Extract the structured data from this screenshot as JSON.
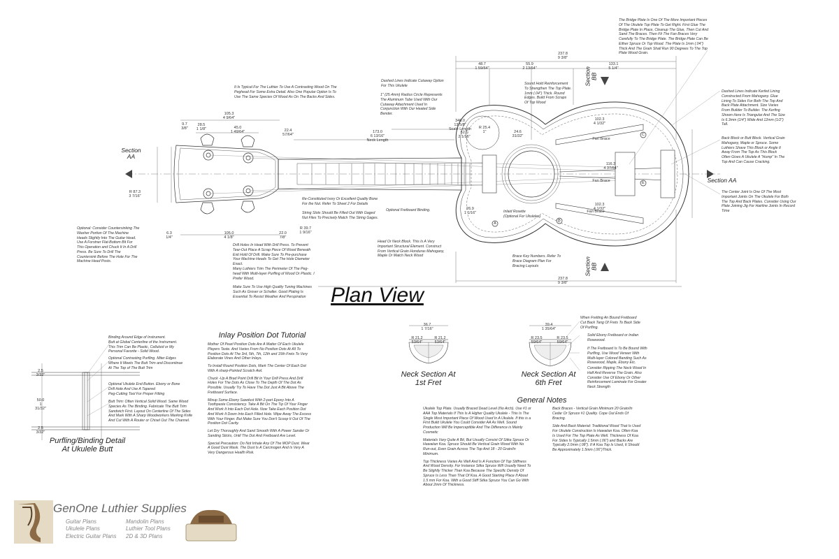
{
  "titles": {
    "plan_view": "Plan View",
    "inlay_tutorial": "Inlay Position Dot Tutorial",
    "general_notes": "General Notes",
    "neck_section_1": "Neck Section At\n1st Fret",
    "neck_section_6": "Neck Section At\n6th Fret",
    "purfling_detail": "Purfling/Binding Detail\nAt Ukulele Butt"
  },
  "section_labels": {
    "aa_left": "Section\nAA",
    "aa_right": "Section AA",
    "bb_top": "Section\nBB",
    "bb_bottom": "Section\nBB"
  },
  "notes": {
    "bridge_plate": "The Bridge Plate Is One Of The More Important Pieces\nOf The Ukulele Top Plate To Get Right. First Glue The\nBridge Plate In Place, Cleanup The Glue, Then Cut And\nSand The Braces. Then Fit The Fan Braces Very\nCarefully To The Bridge Plate. The Bridge Plate Can Be\nEither Spruce Or Top Wood. The Plate Is 1mm (.04\")\nThick And The Grain Shall Run 90 Degrees To The Top\nPlate Wood Grain.",
    "contrasting_wood": "It Is Typical For The Luthier To Use A Contrasting Wood On The\nPeghead For Some Extra Detail. Also One Popular Option Is To\nUse The Same Species Of Wood As On The Backs And Sides.",
    "cutaway": "Dashed Lines Indicate Cutaway Option\nFor This Ukulele",
    "radius_circle": "1\" (25.4mm) Radius Circle Represents\nThe Aluminum Tube Used With Our\nCutaway Attachment Used In\nConjunction With Our Heated Side\nBender.",
    "sound_hold": "Sound Hold Reinforcement\nTo Strengthen The Top Plate.\n1mm (.04\") Thick. Round\nEdges. Build From Scraps\nOf Top Wood",
    "kerfed_lining": "Dashed Lines Indicate Kerfed Lining\nConstructed From Mahogany. Glue\nLining To Sides For Both The Top And\nBack Plate Attachment. Size Varies\nFrom Builder To Builder. The Kerfing\nShown Here Is Triangular And The Size\nIs 6.3mm (1/4\") Wide And 12mm (1/2\")\nTall.",
    "back_block": "Back Block or Butt Block. Vertical Grain\nMahogany, Maple or Spruce. Some\nLuthiers Shave This Block or Angle It\nAway From The Top As This Block\nOften Gives A Ukulele A \"Hump\" In The\nTop And Can Cause Cracking.",
    "center_joint": "The Center Joint Is One Of The Most\nImportant Joints On The Ukulele For Both\nThe Top And Back Plates. Consider Using Our\nPlate Joining Jig For Hairline Joints In Record\nTime",
    "countersinking": "Optional: Consider Countersinking The\nWasher Portion Of The Machine\nHeads Slightly Into The Guitar Head.\nUse A Forstner Flat-Bottom Bit For\nThis Operation and Chuck It In A Drill\nPress. Be Sure To Drill The\nCountersink Before The Hole For The\nMachine Head Posts.",
    "drill_holes": "Drill Holes In Head With Drill Press. To Prevent\nTear-Out Place A Scrap Piece Of Wood Beneath\nExit Hold Of Drill. Make Sure To Pre-purchase\nYour Machine Heads To Get The Hole Diameter\nExact.",
    "peghead_trim": "Many Luthiers Trim The Perimeter Of The Peg-\nhead With Multi-layer Purfling of Wood Or Plastic. I\nPrefer Wood.",
    "tuning_machines": "Make Sure To Use High Quality Tuning Machines\nSuch As Grover or Schaller. Good Plating Is\nEssential To Resist Weather And Perspiration",
    "nut": "Re-Constituted Ivory Or Excellent Quality Bone\nFor the Nut. Refer To Sheet 2 For Details",
    "string_slots": "String Slots Should Be Filled Out With Gaged\nNut Files To Precisely Match The String Gages.",
    "fretboard_binding": "Optional Fretboard Binding.",
    "inlaid_rosette": "Inlaid Rosette\n(Optional For Ukuleles)",
    "head_block": "Head Or Neck Block. This Is A Very\nImportant Structural Element. Construct\nFrom Vertical Grain Honduras Mahogany,\nMaple Or Match Neck Wood",
    "brace_key": "Brace Key Numbers. Refer To\nBrace Diagram Plan For\nBracing Layouts",
    "binding_edge": "Binding Around Edge of Instrument.\nButt at Global Centerline of the Instrument.\nThis Trim Can Be Plastic, Celluloid or My\nPersonal Favorite - Solid Wood.",
    "purfling_miter": "Optional Contrasting Purfling. Miter Edges\nWhere It Meets The Butt Trim and Discontinue\nAt The Top of The Butt Trim",
    "end_button": "Optional Ukulele End Button. Ebony or Bone\nDrill Hole And Use A Tapered\nPeg-Cutting Tool For Proper Fitting",
    "butt_trim": "Butt Trim: Often Vertical Solid Wood. Same Wood\nSpecies As The Binding. Fabricate The Butt Trim\nSandwich First. Layout On Centerline Of The Sides\nAnd Mark With A Sharp Woodworkers Marking Knife\nAnd Cut With A Router or Chisel Out The Channel.",
    "fret_bound": "When Fretting An Bound Fretboard\nCut Back Tang Of Frets To Back Side\nOf Purfling.",
    "solid_ebony": "Solid Ebony Fretboard or Indian\nRosewood.",
    "veneer": "If The Fretboard Is To Be Bound With\nPurfling, Use Wood Veneer With\nMulti-layer Colored Banding Such As\nRosewood, Maple, Ebony Etc.",
    "ripping_neck": "Consider Ripping The Neck Wood In\nHalf And Reverse The Grain. Also\nConsider Use Of Ebony Or Other\nReinforcement Laminate For Greater\nNeck Strength"
  },
  "inlay_paragraphs": [
    "Mother Of Pearl Position Dots Are A Matter Of Each Ukulele\nPlayers Taste. And Varies From No Position Dots At All To\nPosition Dots At The 3rd, 5th, 7th, 12th and 15th Frets To Very\nElaborate Vines And Other Inlays.",
    "To Install Round Position Dots, Mark The Center Of Each Dot\nWith A sharp-Pointed Scratch Awl.",
    "Chuck -Up A Brad Point Drill Bit In Your Drill Press And Drill\nHoles For The Dots As Close To The Depth Of The Dot As\nPossible. Usually Try To Have The Dot Just A Bit Above The\nFretboard Surface.",
    "Mixup Some Ebony Sawdust With 2-part Epoxy Into A\nToothpaste Consistency. Take A Bit On The Tip Of Your Finger\nAnd Work It Into Each Dot Hole. Now Take Each Position Dot\nAnd Work It Down Into Each Filled Hole. Wipe Away The Excess\nWith Your Finger. But Make Sure You Don't Scoop It Out Of The\nPosition Dot Cavity.",
    "Let Dry Thoroughly And Sand Smooth With A Power Sander Or\nSanding Sticks, Until The Dot And Fretboard Are Level.",
    "Special Precaution: Do Not Inhale Any Of The MOP Dust. Wear\nA Good Dust Mask. The Dust Is A Carcinogen And Is Very A\nVery Dangerous Health Risk."
  ],
  "general_notes_left": [
    "Ukulele Top Plate. Usually Braced Dead Level (No Arch). Use #1 or\nAAA Top Materials If This Is A Higher Quality Ukulele - This Is The\nSingle Most Important Piece Of Wood Used In A Ukulele. If this is a\nFirst Build Ukulele You Could Consider AA As Well. Sound\nProduction Will Be Imperceptible And The Difference is Mainly\nCosmetic",
    "Materials Vary Quite A Bit, But Usually Consist Of Sitka Spruce Or\nHawaiian Koa. Spruce Should Be Vertical Grain Wood With No\nRun-out, Even Grain Across The Top And 18 - 20 Grain/In\nMinimum.",
    "Top Thickness Varies As Well And Is A Function Of Top Stiffness\nAnd Wood Density. For Instance Sitka Spruce Will Usually Need To\nBe Slightly Thicker Than Koa Because The Specific Density Of\nSpruce Is Less Than That Of Koa. A Good Starting Place If About\n1.5 mm For Koa. With a Good Stiff Sitka Spruce You Can Go With\nAbout 2mm Of Thickness."
  ],
  "general_notes_right": [
    "Back Braces - Vertical Grain Minimum 20 Grain/In\nCedar Or Spruce #1 Quality. Cope Out Ends Of\nBracing.",
    "Side And Back Material: Traditional Wood That Is Used\nFor Ukulele Construction Is Hawaiian Koa. Often Koa\nIs Used For The Top Plate As Well. Thickness Of Koa\nFor Sides Is Typically 1.5mm (.06\") and Backs Are\nTypically 2.0mm (.08\"). If A Koa Top Is Used, It Should\nBe Approximately 1.5mm (.06\")Thick."
  ],
  "dimensions": {
    "d237_8_top": "237.8\n9 3/8\"",
    "d48_7": "48.7\n1 59/64\"",
    "d55_9": "55.9\n2 13/64\"",
    "d133_1": "133.1\n5 1/4\"",
    "d105_3": "105.3\n4 9/64\"",
    "d28_5": "28.5\n1 1/8\"",
    "d45_0": "45.0\n1 49/64\"",
    "d22_4": "22.4\n57/64\"",
    "d9_7": "9.7\n3/8\"",
    "d346_0": "346.0\n13 5/8\"\nScale Length",
    "d173_0": "173.0\n6 13/16\"\nNeck Length",
    "d52_1": "52.1\n2 1/16\"",
    "r25_4": "R 25.4\n1\"",
    "d24_6": "24.6\n31/32\"",
    "d102_3": "102.3\n4 1/32\"",
    "d116_3": "116.3\n4 37/64\"",
    "d102_3b": "102.3\n4 1/32\"",
    "d237_8_bottom": "237.8\n9 3/8\"",
    "d105_0": "105.0\n4 1/8\"",
    "d22_0": "22.0\n7/8\"",
    "d6_3": "6.3\n1/4\"",
    "r87_3": "R 87.3\n3 7/16\"",
    "r39_7": "R 39.7\n1 9/16\"",
    "d26_9": "26.9\n1 1/16\"",
    "d36_7": "36.7\n1 7/16\"",
    "d39_4": "39.4\n1 35/64\"",
    "r21_2a": "R 21.2\n53/64\"",
    "r21_2b": "R 21.2\n53/64\"",
    "r23_5a": "R 23.5\n59/64\"",
    "r23_5b": "R 23.5\n59/64\"",
    "d50_0": "50.0\n1 31/32\"",
    "d2_5a": "2.5\n3/32\"",
    "d2_5b": "2.5\n3/32\""
  },
  "brace_labels": {
    "fan1": "Fan Brace",
    "fan2": "Fan Brace",
    "fan3": "Fan Brace",
    "keyA": "A",
    "keyB": "B",
    "keyC": "C",
    "keyE": "E"
  },
  "logo": {
    "company": "GenOne Luthier Supplies",
    "col1": "Guitar Plans\nUkulele Plans\nElectric Guitar Plans",
    "col2": "Mandolin Plans\nLuthier Tool Plans\n2D & 3D Plans"
  },
  "colors": {
    "line": "#333333",
    "dim_line": "#555555",
    "text": "#333333",
    "logo_brown": "#8b6a45",
    "logo_cream": "#e5dac4"
  }
}
